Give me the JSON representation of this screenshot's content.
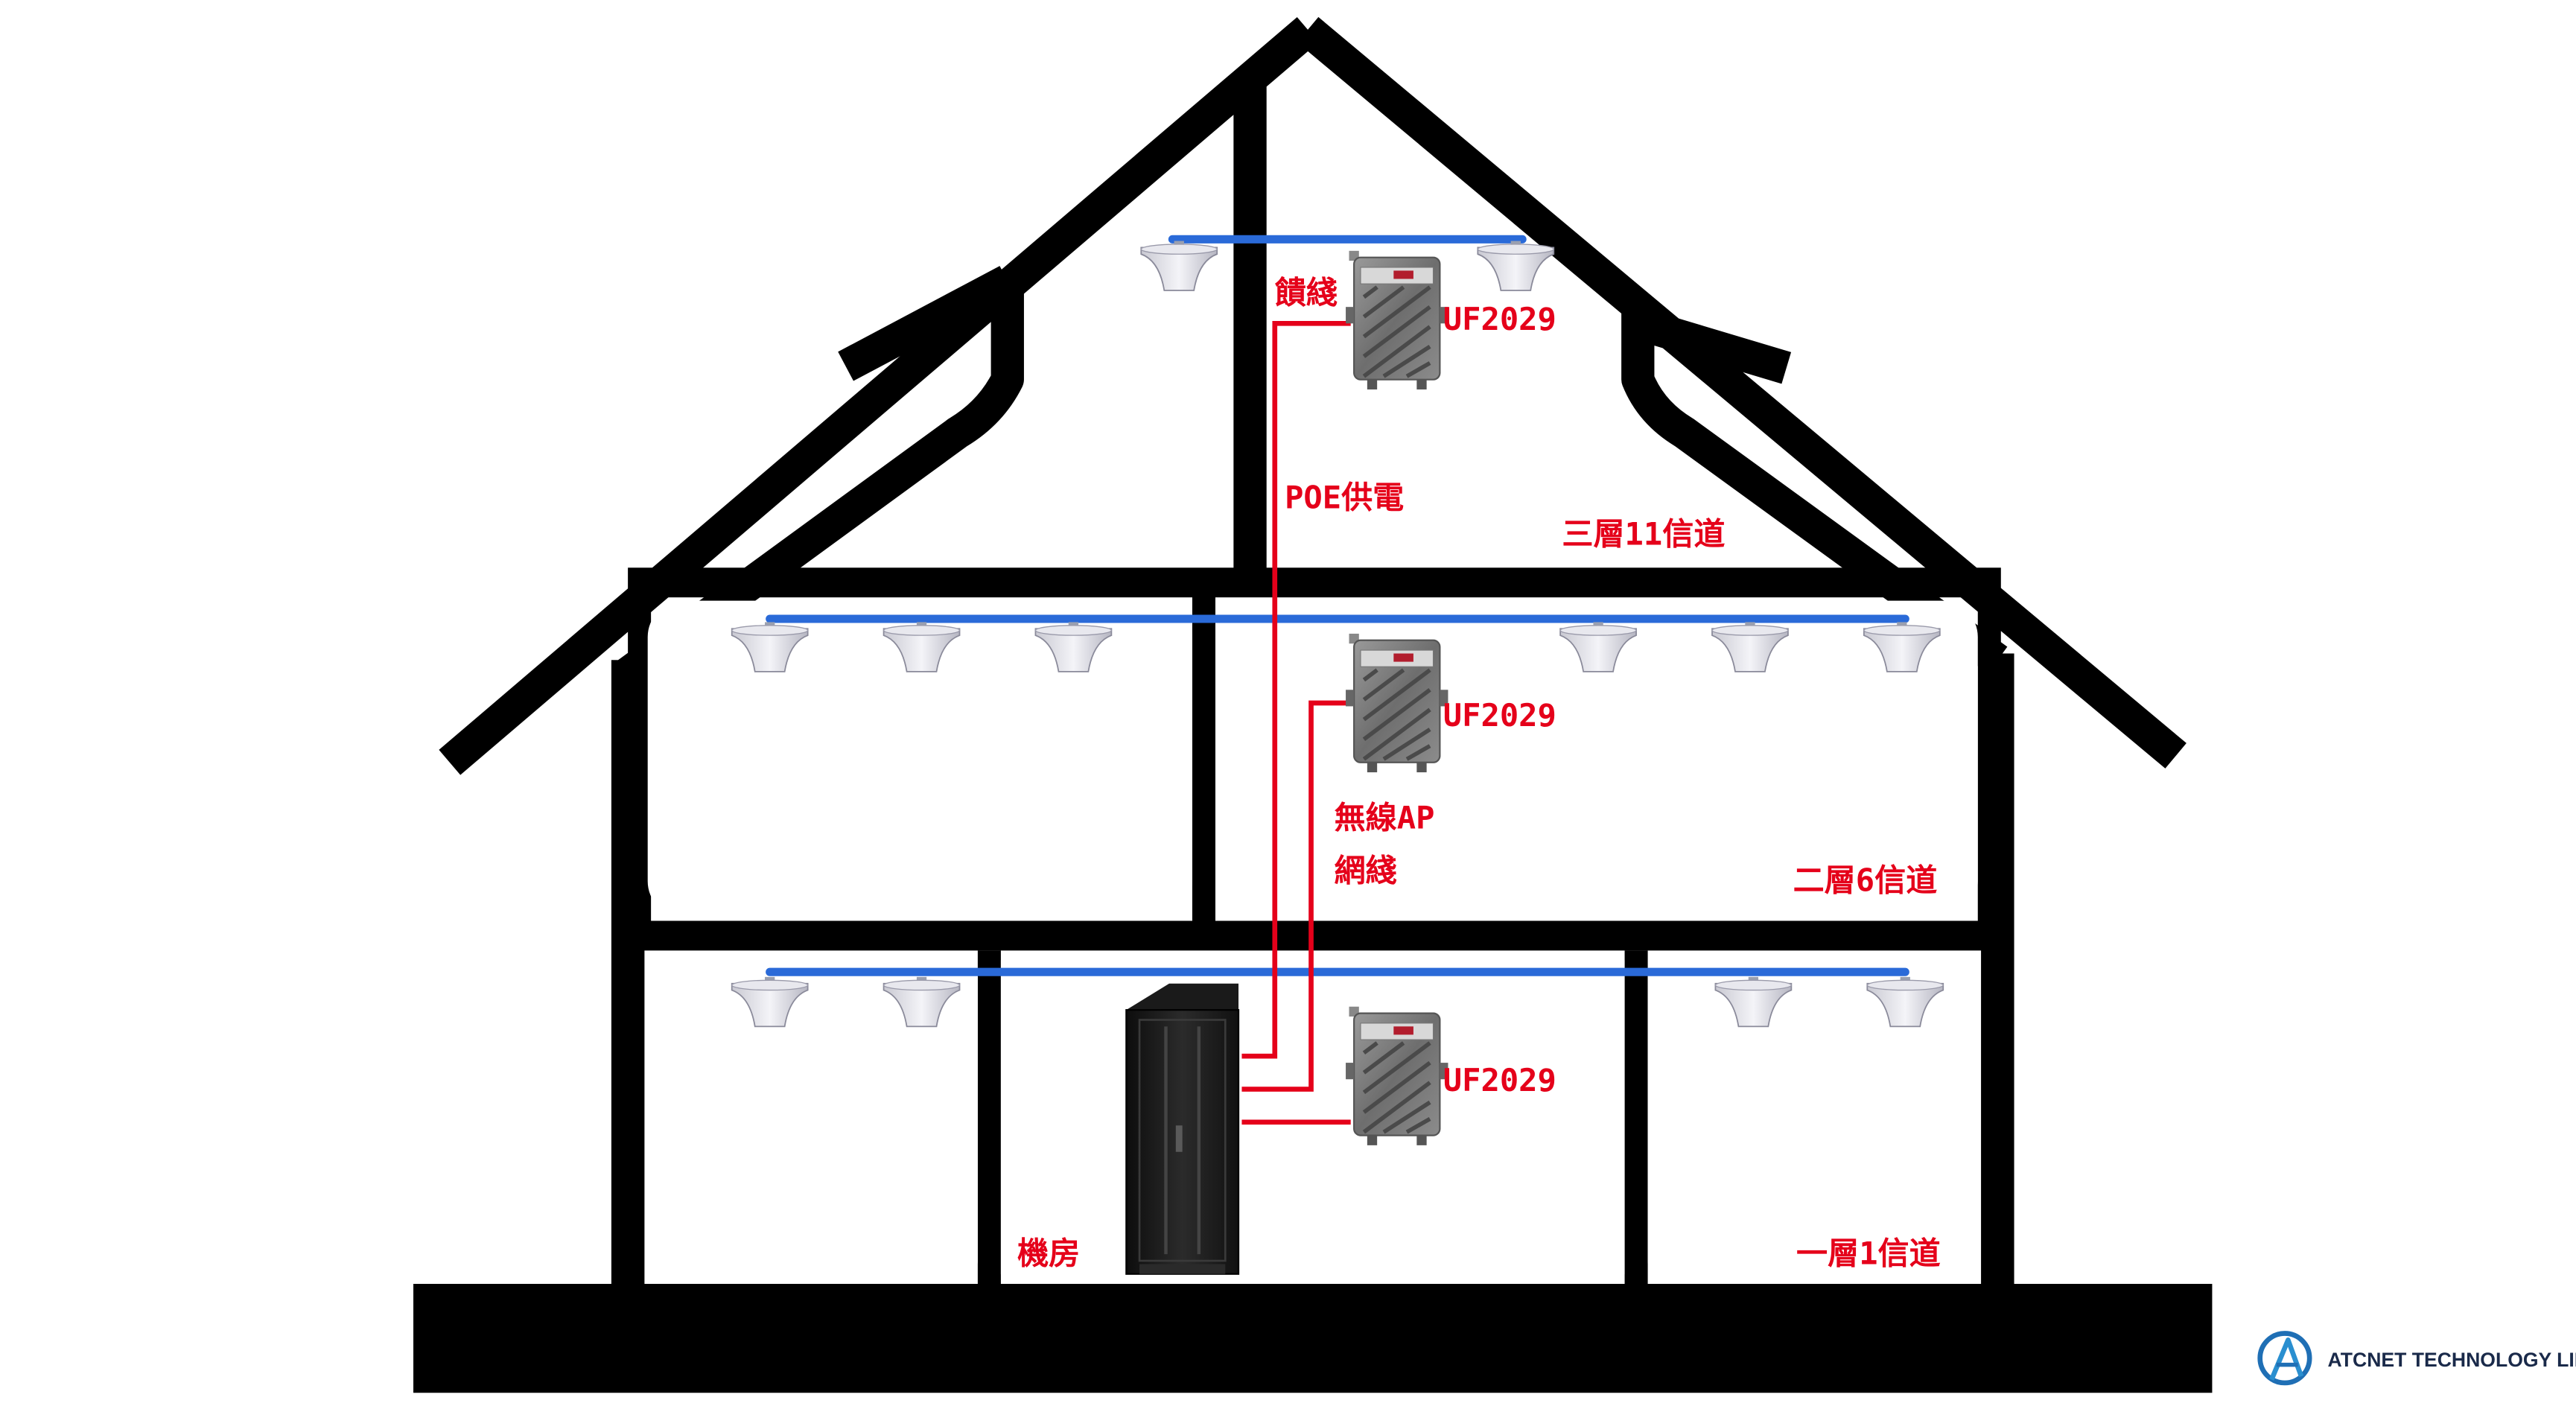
{
  "labels": {
    "feeder": "饋綫",
    "poe": "POE供電",
    "ap_cable_line1": "無線AP",
    "ap_cable_line2": "網綫",
    "floor3": "三層11信道",
    "floor2": "二層6信道",
    "floor1": "一層1信道",
    "machine_room": "機房",
    "ap_top": "UF2029",
    "ap_middle": "UF2029",
    "ap_bottom": "UF2029"
  },
  "logo": {
    "company": "ATCNET TECHNOLOGY LIMITED",
    "icon": "atcnet-logo-icon",
    "color": "#1f6fb5"
  },
  "colors": {
    "structure": "#000000",
    "feeder_line": "#2a6ad8",
    "cable": "#e5001a",
    "label": "#e5001a"
  },
  "icons": {
    "antenna": "ceiling-antenna-icon",
    "access_point": "outdoor-access-point-icon",
    "rack": "server-rack-icon"
  }
}
